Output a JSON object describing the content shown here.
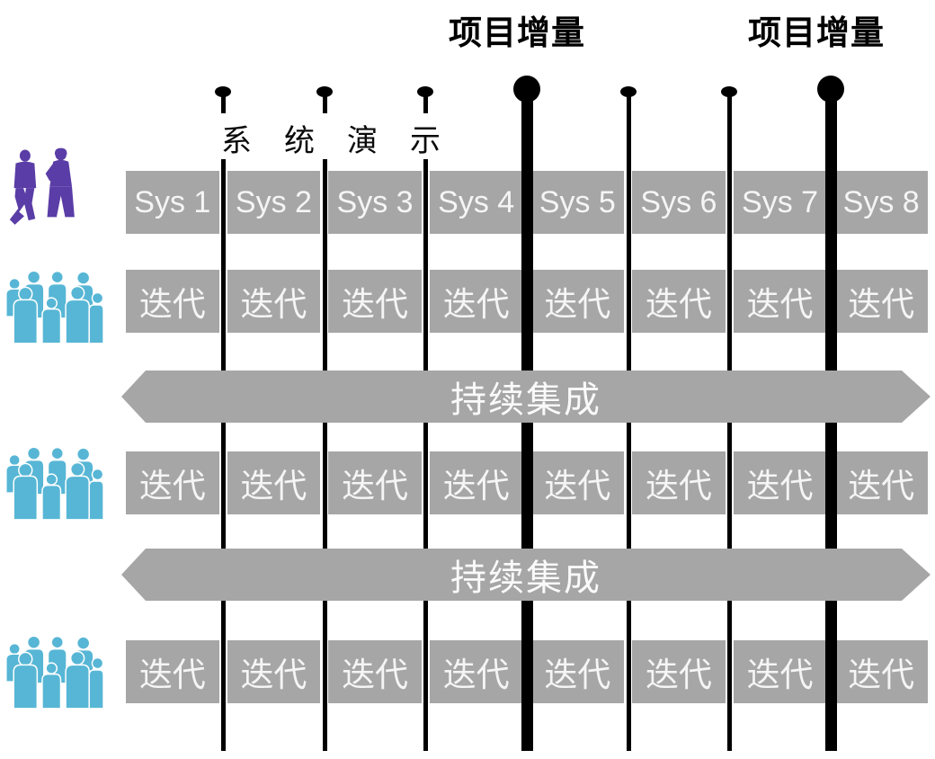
{
  "header": {
    "project_increment_labels": [
      "项目增量",
      "项目增量"
    ]
  },
  "system_demo": {
    "label": "系统演示"
  },
  "milestones": [
    {
      "type": "minor"
    },
    {
      "type": "minor"
    },
    {
      "type": "minor"
    },
    {
      "type": "major"
    },
    {
      "type": "minor"
    },
    {
      "type": "minor"
    },
    {
      "type": "major"
    }
  ],
  "sys_row": {
    "cells": [
      "Sys 1",
      "Sys 2",
      "Sys 3",
      "Sys 4",
      "Sys 5",
      "Sys 6",
      "Sys 7",
      "Sys 8"
    ]
  },
  "iteration_rows": [
    {
      "cells": [
        "迭代",
        "迭代",
        "迭代",
        "迭代",
        "迭代",
        "迭代",
        "迭代",
        "迭代"
      ]
    },
    {
      "cells": [
        "迭代",
        "迭代",
        "迭代",
        "迭代",
        "迭代",
        "迭代",
        "迭代",
        "迭代"
      ]
    },
    {
      "cells": [
        "迭代",
        "迭代",
        "迭代",
        "迭代",
        "迭代",
        "迭代",
        "迭代",
        "迭代"
      ]
    }
  ],
  "continuous_integration": [
    {
      "label": "持续集成"
    },
    {
      "label": "持续集成"
    }
  ],
  "icons": {
    "stakeholder_pair": "business-duo-icon",
    "team_crowd": "team-crowd-icon",
    "milestone_minor": "milestone-dot-icon",
    "milestone_major": "milestone-big-dot-icon"
  },
  "colors": {
    "box_gray": "#a6a6a6",
    "line_black": "#000000",
    "text_white": "#f5f5f5",
    "text_black": "#000000",
    "people_purple": "#5a3da6",
    "people_teal": "#57b6d5"
  }
}
